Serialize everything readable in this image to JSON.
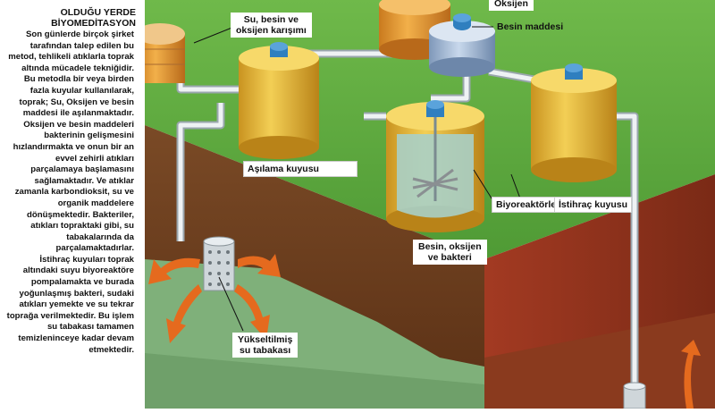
{
  "article": {
    "heading_line1": "OLDUĞU YERDE",
    "heading_line2": "BİYOMEDİTASYON",
    "paragraph1": "Son günlerde birçok şirket tarafından talep edilen bu metod, tehlikeli atıklarla toprak altında mücadele tekniğidir.",
    "paragraph2": "Bu metodla bir veya birden fazla kuyular kullanılarak, toprak; Su, Oksijen ve besin maddesi ile aşılanmaktadır. Oksijen ve besin maddeleri bakterinin gelişmesini hızlandırmakta ve onun bir an evvel zehirli atıkları parçalamaya başlamasını sağlamaktadır. Ve atıklar zamanla karbondioksit, su ve organik maddelere dönüşmektedir. Bakteriler, atıkları topraktaki gibi, su tabakalarında da parçalamaktadırlar.",
    "paragraph3": "İstihraç kuyuları toprak altındaki suyu biyoreaktöre pompalamakta ve burada yoğunlaşmış bakteri, sudaki atıkları yemekte ve su tekrar toprağa verilmektedir. Bu işlem su tabakası tamamen temizleninceye kadar devam etmektedir."
  },
  "labels": {
    "oxygen": "Oksijen",
    "nutrient": "Besin maddesi",
    "mixing_line1": "Su, besin ve",
    "mixing_line2": "oksijen karışımı",
    "injection_well": "Aşılama kuyusu",
    "bioreactors": "Biyoreaktörler",
    "extraction_well": "İstihraç kuyusu",
    "bacteria_line1": "Besin, oksijen",
    "bacteria_line2": "ve bakteri",
    "raised_water_line1": "Yükseltilmiş",
    "raised_water_line2": "su tabakası"
  },
  "colors": {
    "grass": "#5ea83e",
    "soil": "#8a5a34",
    "soil_dark": "#6b3e1c",
    "tank_yellow": "#e8b73a",
    "tank_orange": "#e59a36",
    "tank_blue_top": "#9fb8d8",
    "cap_blue": "#2f7fbf",
    "pipe": "#dfe6ea",
    "arrow_orange": "#e56a1e",
    "water_green": "#7fb07a"
  }
}
